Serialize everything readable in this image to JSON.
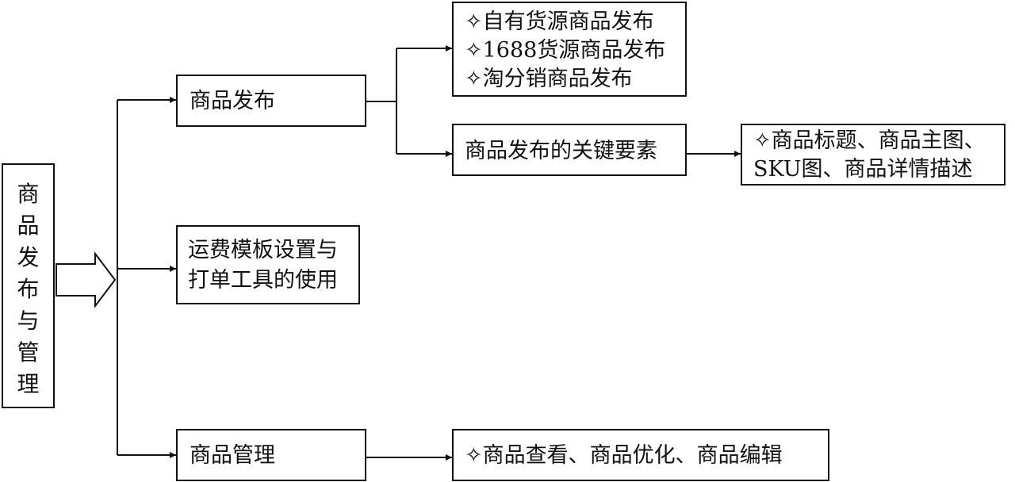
{
  "root": {
    "chars": [
      "商",
      "品",
      "发",
      "布",
      "与",
      "管",
      "理"
    ]
  },
  "branches": {
    "publish": "商品发布",
    "freight": [
      "运费模板设置与",
      "打单工具的使用"
    ],
    "manage": "商品管理"
  },
  "publish_methods": [
    "✧自有货源商品发布",
    "✧1688货源商品发布",
    "✧淘分销商品发布"
  ],
  "key_elements": {
    "label": "商品发布的关键要素",
    "details": [
      "✧商品标题、商品主图、",
      "SKU图、商品详情描述"
    ]
  },
  "manage_actions": "✧商品查看、商品优化、商品编辑"
}
